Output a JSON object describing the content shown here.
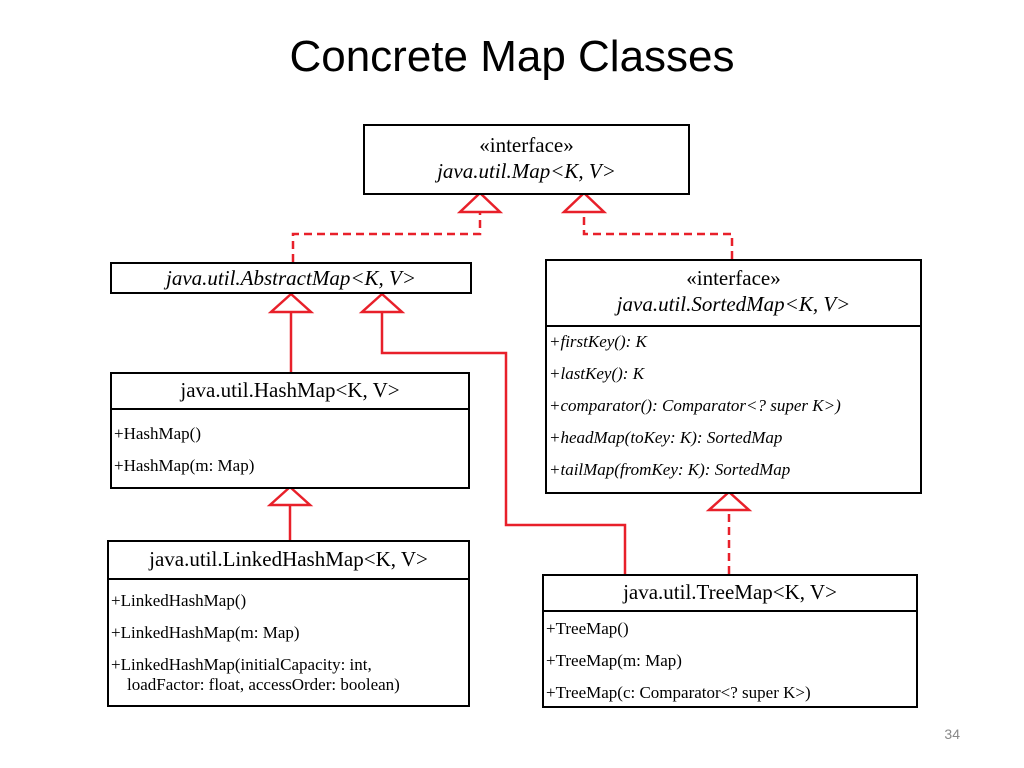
{
  "title": "Concrete Map Classes",
  "page_number": "34",
  "map": {
    "stereotype": "«interface»",
    "name": "java.util.Map<K, V>"
  },
  "abstract_map": {
    "name": "java.util.AbstractMap<K, V>"
  },
  "sorted_map": {
    "stereotype": "«interface»",
    "name": "java.util.SortedMap<K, V>",
    "methods": [
      "+firstKey(): K",
      "+lastKey(): K",
      "+comparator(): Comparator<? super K>)",
      "+headMap(toKey: K): SortedMap",
      "+tailMap(fromKey: K): SortedMap"
    ]
  },
  "hash_map": {
    "name": "java.util.HashMap<K, V>",
    "methods": [
      "+HashMap()",
      "+HashMap(m: Map)"
    ]
  },
  "linked_hash_map": {
    "name": "java.util.LinkedHashMap<K, V>",
    "methods": [
      "+LinkedHashMap()",
      "+LinkedHashMap(m: Map)",
      "+LinkedHashMap(initialCapacity: int,",
      "loadFactor: float, accessOrder: boolean)"
    ]
  },
  "tree_map": {
    "name": "java.util.TreeMap<K, V>",
    "methods": [
      "+TreeMap()",
      "+TreeMap(m: Map)",
      "+TreeMap(c: Comparator<? super K>)"
    ]
  },
  "colors": {
    "relation": "#e8202a"
  }
}
